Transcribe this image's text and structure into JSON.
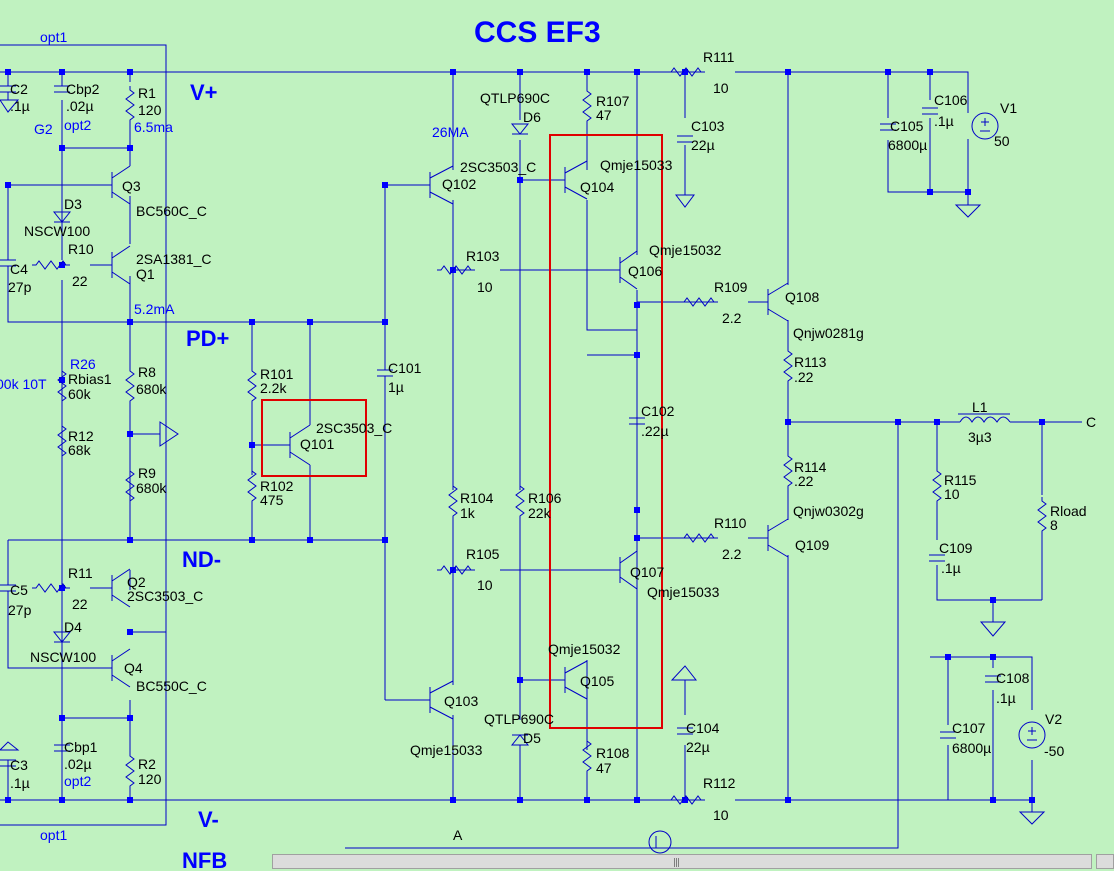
{
  "title": "CCS EF3",
  "nets": {
    "v_plus": "V+",
    "v_minus": "V-",
    "pd_plus": "PD+",
    "nd_minus": "ND-",
    "opt1_top": "opt1",
    "opt1_bottom": "opt1",
    "out_c": "C",
    "partial_bottom": "NFB",
    "ammeter": "A"
  },
  "annotations": {
    "g2": "G2",
    "opt2_top": "opt2",
    "opt2_bottom": "opt2",
    "i_65": "6.5ma",
    "i_52": "5.2mA",
    "i_26": "26MA",
    "pot_partial": "00k 10T"
  },
  "components": {
    "c2": [
      "C2",
      ".1µ"
    ],
    "cbp2": [
      "Cbp2",
      ".02µ"
    ],
    "r1": [
      "R1",
      "120"
    ],
    "q3": [
      "Q3",
      "BC560C_C"
    ],
    "d3": [
      "D3",
      "NSCW100"
    ],
    "r10": [
      "R10",
      "22"
    ],
    "q1": [
      "2SA1381_C",
      "Q1"
    ],
    "c4": [
      "C4",
      "27p"
    ],
    "r26": [
      "R26",
      "Rbias1",
      "60k"
    ],
    "r8": [
      "R8",
      "680k"
    ],
    "r12": [
      "R12",
      "68k"
    ],
    "r9": [
      "R9",
      "680k"
    ],
    "c5": [
      "C5",
      "27p"
    ],
    "r11": [
      "R11",
      "22"
    ],
    "q2": [
      "Q2",
      "2SC3503_C"
    ],
    "d4": [
      "D4",
      "NSCW100"
    ],
    "q4": [
      "Q4",
      "BC550C_C"
    ],
    "c3": [
      "C3",
      ".1µ"
    ],
    "cbp1": [
      "Cbp1",
      ".02µ"
    ],
    "r2": [
      "R2",
      "120"
    ],
    "r101": [
      "R101",
      "2.2k"
    ],
    "q101": [
      "2SC3503_C",
      "Q101"
    ],
    "r102": [
      "R102",
      "475"
    ],
    "c101": [
      "C101",
      "1µ"
    ],
    "q102": [
      "2SC3503_C",
      "Q102"
    ],
    "q103": [
      "Q103",
      "Qmje15033"
    ],
    "r103": [
      "R103",
      "10"
    ],
    "r104": [
      "R104",
      "1k"
    ],
    "r105": [
      "R105",
      "10"
    ],
    "d6": [
      "QTLP690C",
      "D6"
    ],
    "d5": [
      "QTLP690C",
      "D5"
    ],
    "r106": [
      "R106",
      "22k"
    ],
    "r107": [
      "R107",
      "47"
    ],
    "q104": [
      "Qmje15033",
      "Q104"
    ],
    "q106": [
      "Qmje15032",
      "Q106"
    ],
    "c102": [
      "C102",
      ".22µ"
    ],
    "q107": [
      "Q107",
      "Qmje15033"
    ],
    "q105": [
      "Qmje15032",
      "Q105"
    ],
    "r108": [
      "R108",
      "47"
    ],
    "c103": [
      "C103",
      "22µ"
    ],
    "c104": [
      "C104",
      "22µ"
    ],
    "r111": [
      "R111",
      "10"
    ],
    "r112": [
      "R112",
      "10"
    ],
    "r109": [
      "R109",
      "2.2"
    ],
    "r110": [
      "R110",
      "2.2"
    ],
    "q108": [
      "Q108",
      "Qnjw0281g"
    ],
    "q109": [
      "Qnjw0302g",
      "Q109"
    ],
    "r113": [
      "R113",
      ".22"
    ],
    "r114": [
      "R114",
      ".22"
    ],
    "c105": [
      "C105",
      "6800µ"
    ],
    "c106": [
      "C106",
      ".1µ"
    ],
    "v1": [
      "V1",
      "50"
    ],
    "l1": [
      "L1",
      "3µ3"
    ],
    "r115": [
      "R115",
      "10"
    ],
    "c109": [
      "C109",
      ".1µ"
    ],
    "rload": [
      "Rload",
      "8"
    ],
    "c107": [
      "C107",
      "6800µ"
    ],
    "c108": [
      "C108",
      ".1µ"
    ],
    "v2": [
      "V2",
      "-50"
    ]
  },
  "colors": {
    "background": "#c0f2c0",
    "wire": "#0000c8",
    "label_blue": "#0000ff",
    "highlight": "#e00000"
  }
}
